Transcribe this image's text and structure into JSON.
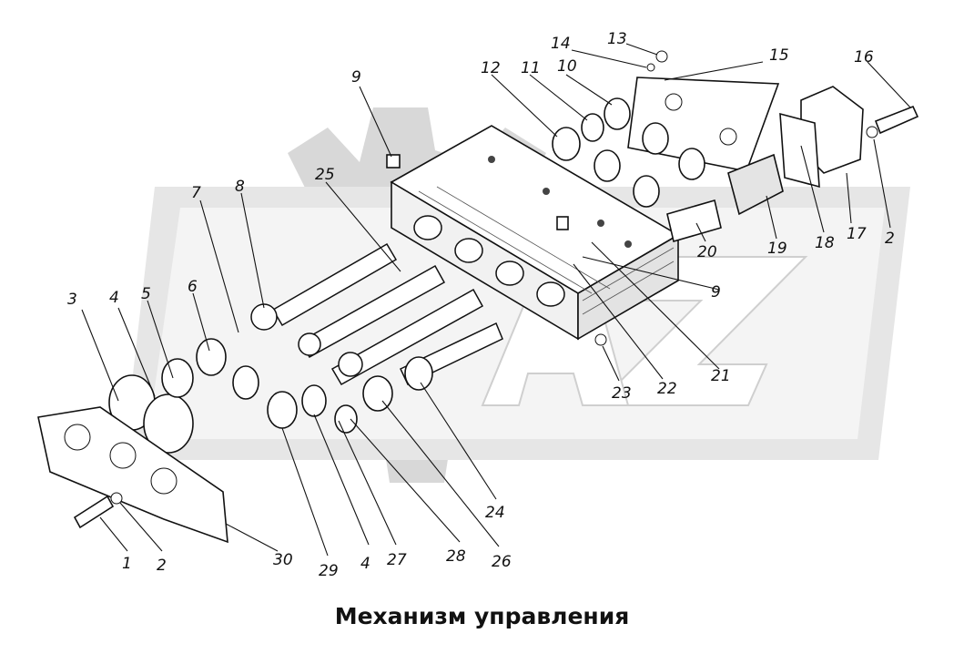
{
  "caption": "Механизм управления",
  "callouts": {
    "n1": "1",
    "n2a": "2",
    "n2b": "2",
    "n3": "3",
    "n4a": "4",
    "n4b": "4",
    "n5": "5",
    "n6": "6",
    "n7": "7",
    "n8": "8",
    "n9a": "9",
    "n9b": "9",
    "n10": "10",
    "n11": "11",
    "n12": "12",
    "n13": "13",
    "n14": "14",
    "n15": "15",
    "n16": "16",
    "n17": "17",
    "n18": "18",
    "n19": "19",
    "n20": "20",
    "n21": "21",
    "n22": "22",
    "n23": "23",
    "n24": "24",
    "n25": "25",
    "n26": "26",
    "n27": "27",
    "n28": "28",
    "n29": "29",
    "n30": "30"
  },
  "colors": {
    "watermark_gear": "#d6d6d6",
    "watermark_band": "#e8e8e8",
    "ink": "#111111",
    "part_fill": "#ffffff",
    "shade": "#9a9a9a"
  }
}
